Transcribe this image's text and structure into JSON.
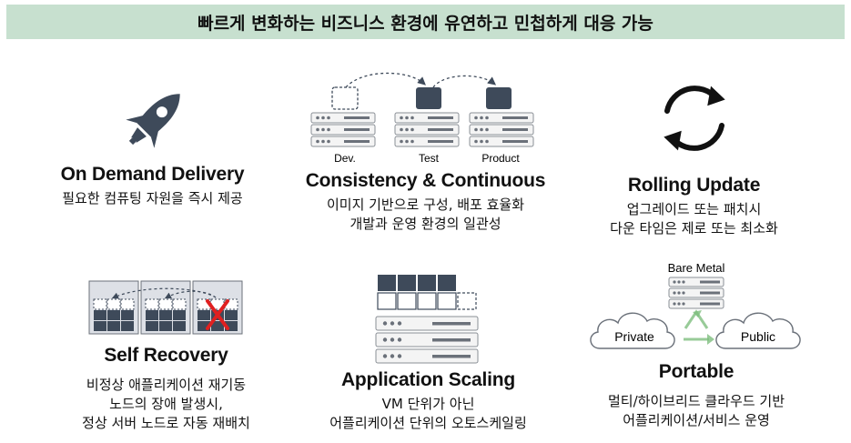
{
  "banner": "빠르게 변화하는 비즈니스 환경에 유연하고 민첩하게 대응 가능",
  "features": [
    {
      "title": "On Demand Delivery",
      "icon": "rocket-icon",
      "desc": [
        "필요한 컴퓨팅 자원을 즉시 제공"
      ]
    },
    {
      "title": "Consistency & Continuous",
      "icon": "server-pipeline-icon",
      "stages": [
        "Dev.",
        "Test",
        "Product"
      ],
      "desc": [
        "이미지 기반으로 구성, 배포 효율화",
        "개발과 운영 환경의 일관성"
      ]
    },
    {
      "title": "Rolling Update",
      "icon": "refresh-icon",
      "desc": [
        "업그레이드 또는 패치시",
        "다운 타임은 제로 또는 최소화"
      ]
    },
    {
      "title": "Self Recovery",
      "icon": "node-recovery-icon",
      "desc": [
        "비정상 애플리케이션 재기동",
        "노드의 장애 발생시,",
        "정상 서버 노드로 자동 재배치"
      ]
    },
    {
      "title": "Application Scaling",
      "icon": "scaling-icon",
      "desc": [
        "VM 단위가 아닌",
        "어플리케이션 단위의 오토스케일링"
      ]
    },
    {
      "title": "Portable",
      "icon": "cloud-portability-icon",
      "labels": {
        "top": "Bare Metal",
        "left": "Private",
        "right": "Public"
      },
      "desc": [
        "멀티/하이브리드 클라우드 기반",
        "어플리케이션/서비스 운영"
      ]
    }
  ],
  "colors": {
    "banner": "#c7e0cf",
    "icon_dark": "#3e4a5a",
    "server_fill": "#f4f4f4",
    "error": "#e02020"
  }
}
